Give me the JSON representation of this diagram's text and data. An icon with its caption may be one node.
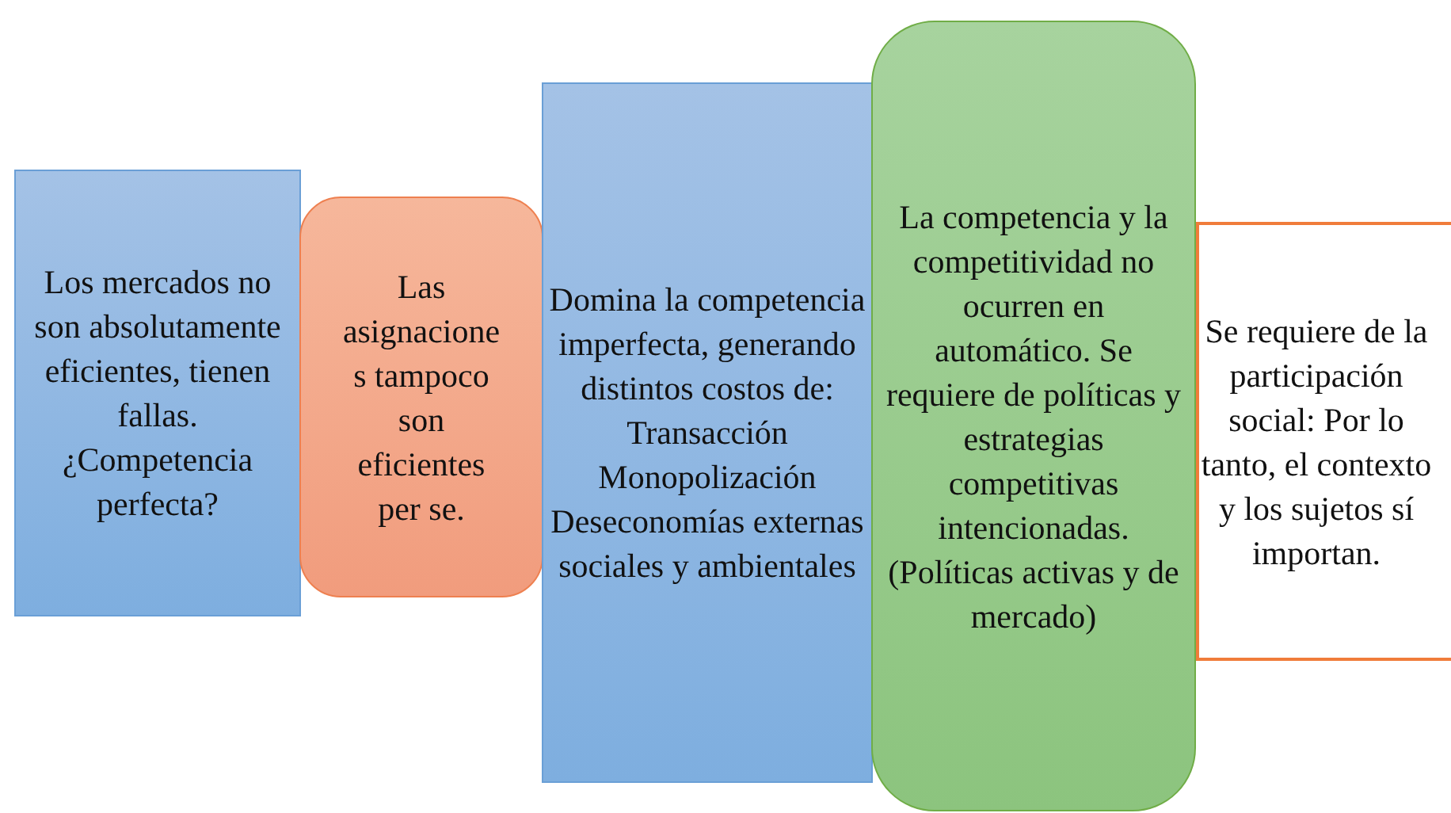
{
  "diagram": {
    "nodes": [
      {
        "text": [
          "Los mercados no son absolutamente eficientes, tienen fallas. ¿Competencia perfecta?"
        ]
      },
      {
        "text": [
          "Las asignaciones tampoco son eficientes per se."
        ]
      },
      {
        "text": [
          "Domina la competencia imperfecta, generando distintos costos de:",
          "Transacción",
          "Monopolización",
          "Deseconomías externas sociales y ambientales"
        ]
      },
      {
        "text": [
          "La competencia y la competitividad no ocurren en automático. Se requiere de políticas y estrategias competitivas intencionadas. (Políticas activas y de mercado)"
        ]
      },
      {
        "text": [
          "Se requiere de la participación social: Por lo tanto, el contexto y los sujetos sí importan."
        ]
      }
    ]
  }
}
